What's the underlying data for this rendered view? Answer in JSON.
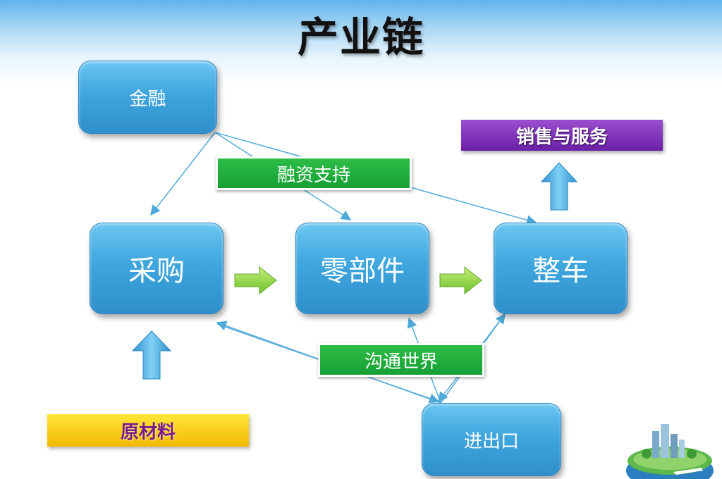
{
  "title": "产业链",
  "nodes": {
    "finance": "金融",
    "purchase": "采购",
    "parts": "零部件",
    "vehicle": "整车",
    "import_export": "进出口"
  },
  "tags": {
    "financing_support": "融资支持",
    "connect_world": "沟通世界"
  },
  "banners": {
    "sales_service": "销售与服务",
    "raw_materials": "原材料"
  },
  "colors": {
    "node_blue": "#3fa6de",
    "tag_green": "#16a034",
    "banner_purple": "#6a1fa6",
    "banner_yellow": "#f3b800",
    "arrow_green": "#8fd14f",
    "arrow_blue": "#3fa6de"
  }
}
